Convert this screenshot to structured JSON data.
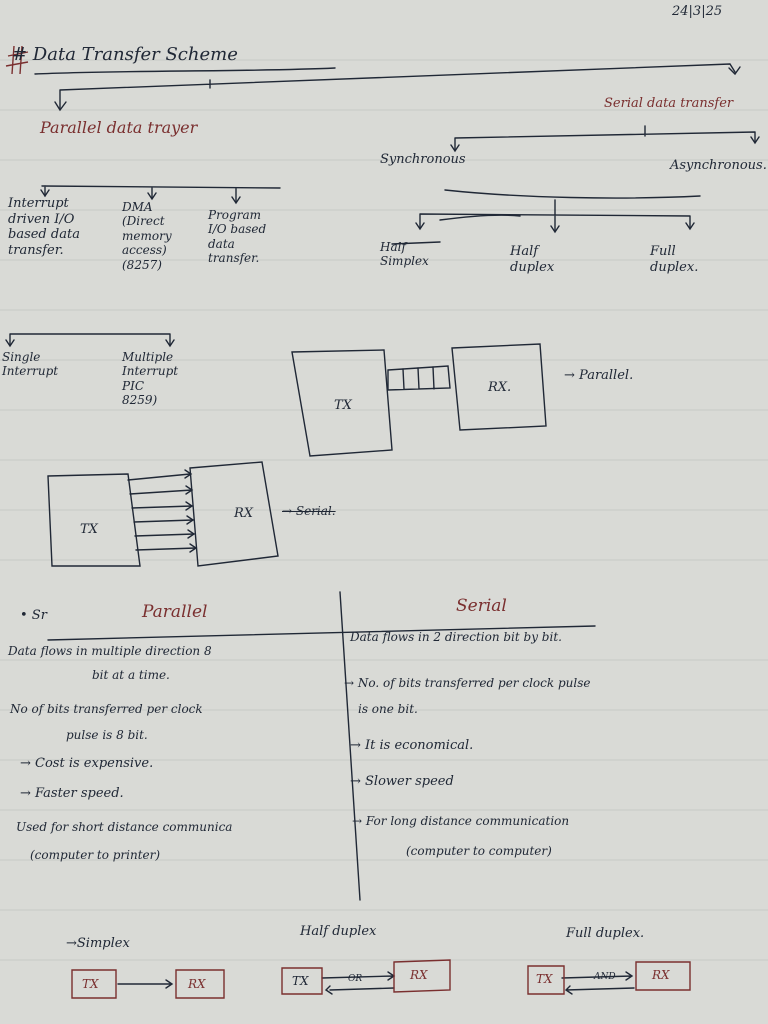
{
  "date": "24|3|25",
  "title": "# Data Transfer Scheme",
  "parallel": {
    "heading": "Parallel data trayer",
    "types": [
      [
        "Interrupt",
        "driven I/O",
        "based data",
        "transfer."
      ],
      [
        "DMA",
        "(Direct",
        "memory",
        "access)",
        "(8257)"
      ],
      [
        "Program",
        "I/O based",
        "data",
        "transfer."
      ]
    ],
    "interrupt_types": [
      [
        "Single",
        "Interrupt"
      ],
      [
        "Multiple",
        "Interrupt",
        "PIC",
        "8259)"
      ]
    ]
  },
  "serial": {
    "heading": "Serial data transfer",
    "sync": "Synchronous",
    "async": "Asynchronous.",
    "modes": [
      "Half Simplex",
      "Half duplex",
      "Full duplex."
    ]
  },
  "diagram_parallel": {
    "tx": "TX",
    "rx": "RX.",
    "caption": "→ Parallel."
  },
  "diagram_serial": {
    "tx": "TX",
    "rx": "RX",
    "caption": "→ Serial."
  },
  "comparison": {
    "sr_label": "• Sr",
    "parallel_header": "Parallel",
    "serial_header": "Serial",
    "parallel_points": [
      "Data flows in multiple direction 8",
      "bit at a time.",
      "No of bits transferred per clock",
      "pulse is 8 bit.",
      "→ Cost is expensive.",
      "→ Faster speed.",
      "Used for short distance communica",
      "(computer to printer)"
    ],
    "serial_points": [
      "Data flows in 2 direction bit by bit.",
      "→ No. of bits transferred per clock pulse",
      "is one bit.",
      "→ It is economical.",
      "→ Slower speed",
      "→ For long distance communication",
      "(computer to computer)"
    ]
  },
  "modes_bottom": {
    "simplex": {
      "label": "→Simplex",
      "tx": "TX",
      "rx": "RX"
    },
    "half_duplex": {
      "label": "Half duplex",
      "tx": "TX",
      "or": "OR",
      "rx": "RX"
    },
    "full_duplex": {
      "label": "Full duplex.",
      "tx": "TX",
      "and": "AND",
      "rx": "RX"
    }
  },
  "colors": {
    "paper": "#d9dad6",
    "ink_blue": "#202836",
    "ink_red": "#7a2f2f",
    "rule": "#c5c7c3"
  }
}
